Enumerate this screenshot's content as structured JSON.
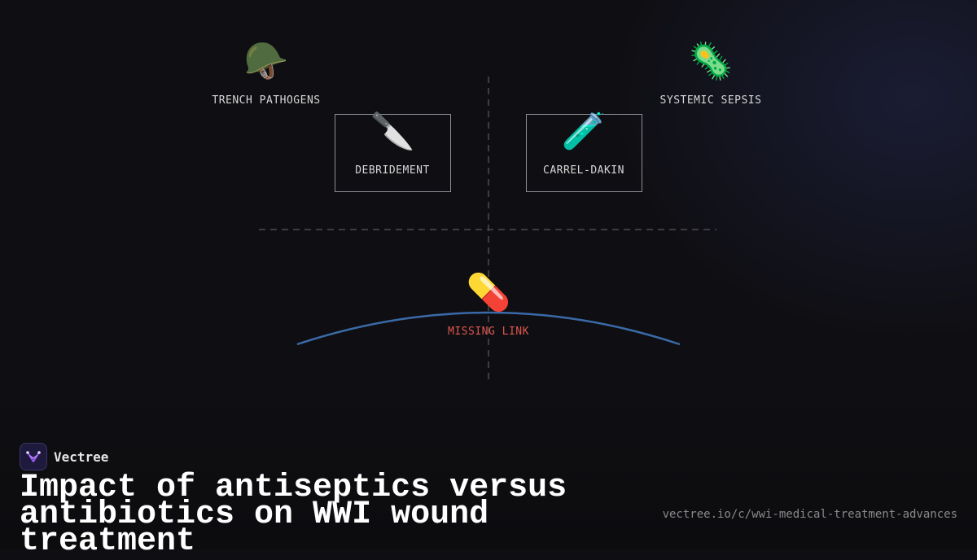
{
  "diagram": {
    "nodes": {
      "trench_pathogens": {
        "icon": "helmet-icon",
        "glyph": "🪖",
        "label": "TRENCH PATHOGENS"
      },
      "systemic_sepsis": {
        "icon": "microbe-icon",
        "glyph": "🦠",
        "label": "SYSTEMIC SEPSIS"
      },
      "debridement": {
        "icon": "knife-icon",
        "glyph": "🔪",
        "label": "DEBRIDEMENT"
      },
      "carrel_dakin": {
        "icon": "test-tube-icon",
        "glyph": "🧪",
        "label": "CARREL-DAKIN"
      },
      "missing_link": {
        "icon": "pill-icon",
        "glyph": "💊",
        "label": "MISSING LINK",
        "color": "#e0554e"
      }
    },
    "colors": {
      "axis": "#4a4a52",
      "arc": "#3a6aa8",
      "box_border": "#8a8e96"
    }
  },
  "footer": {
    "brand_name": "Vectree",
    "brand_icon": "vectree-logo-icon",
    "title": "Impact of antiseptics versus antibiotics on WWI wound treatment",
    "url": "vectree.io/c/wwi-medical-treatment-advances"
  }
}
